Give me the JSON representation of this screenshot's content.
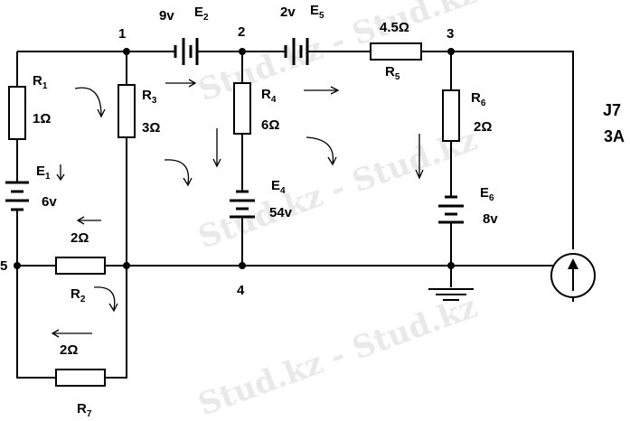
{
  "watermark": {
    "text": "Stud.kz - Stud.kz"
  },
  "nodes": {
    "n1": "1",
    "n2": "2",
    "n3": "3",
    "n4": "4",
    "n5": "5"
  },
  "components": {
    "R1": {
      "name": "R",
      "index": "1",
      "value": "1Ω"
    },
    "R2": {
      "name": "R",
      "index": "2",
      "value": "2Ω"
    },
    "R3": {
      "name": "R",
      "index": "3",
      "value": "3Ω"
    },
    "R4": {
      "name": "R",
      "index": "4",
      "value": "6Ω"
    },
    "R5": {
      "name": "R",
      "index": "5",
      "value": "4.5Ω"
    },
    "R6": {
      "name": "R",
      "index": "6",
      "value": "2Ω"
    },
    "R7": {
      "name": "R",
      "index": "7",
      "value": "2Ω"
    },
    "E1": {
      "name": "E",
      "index": "1",
      "value": "6v"
    },
    "E2": {
      "name": "E",
      "index": "2",
      "value": "9v"
    },
    "E4": {
      "name": "E",
      "index": "4",
      "value": "54v"
    },
    "E5": {
      "name": "E",
      "index": "5",
      "value": "2v"
    },
    "E6": {
      "name": "E",
      "index": "6",
      "value": "8v"
    },
    "J7": {
      "name": "J7",
      "value": "3A"
    }
  }
}
